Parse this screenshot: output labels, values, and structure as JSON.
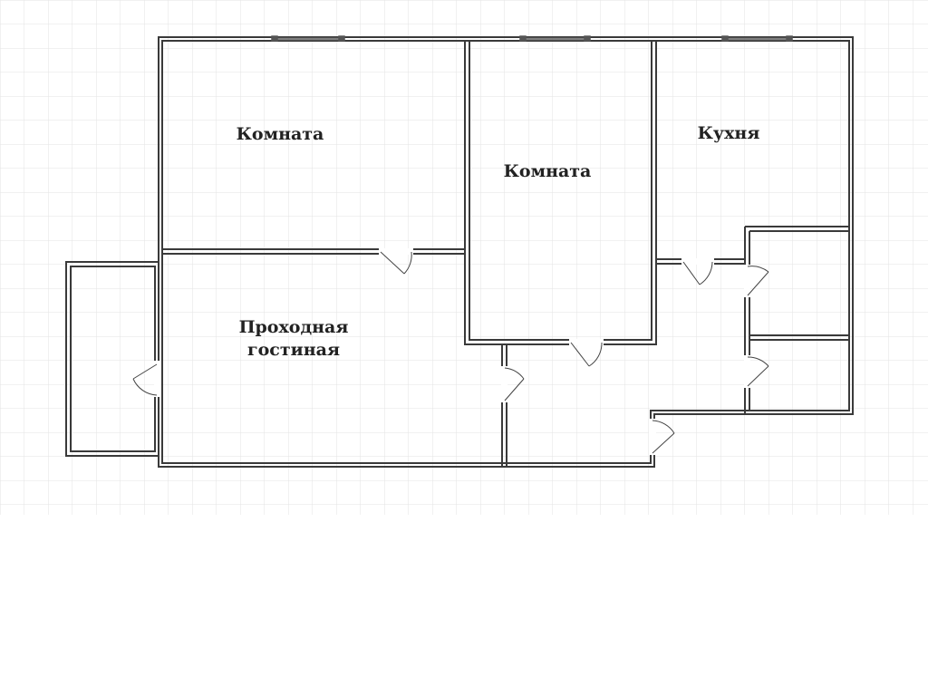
{
  "rooms": {
    "room_1": "Комната",
    "room_2": "Комната",
    "kitchen": "Кухня",
    "living_line1": "Проходная",
    "living_line2": "гостиная"
  },
  "colors": {
    "grid_line": "#e3e3e3",
    "wall": "#3a3a3a",
    "wall_fill": "#ffffff",
    "window": "#555555",
    "door": "#444444",
    "text": "#222222"
  }
}
